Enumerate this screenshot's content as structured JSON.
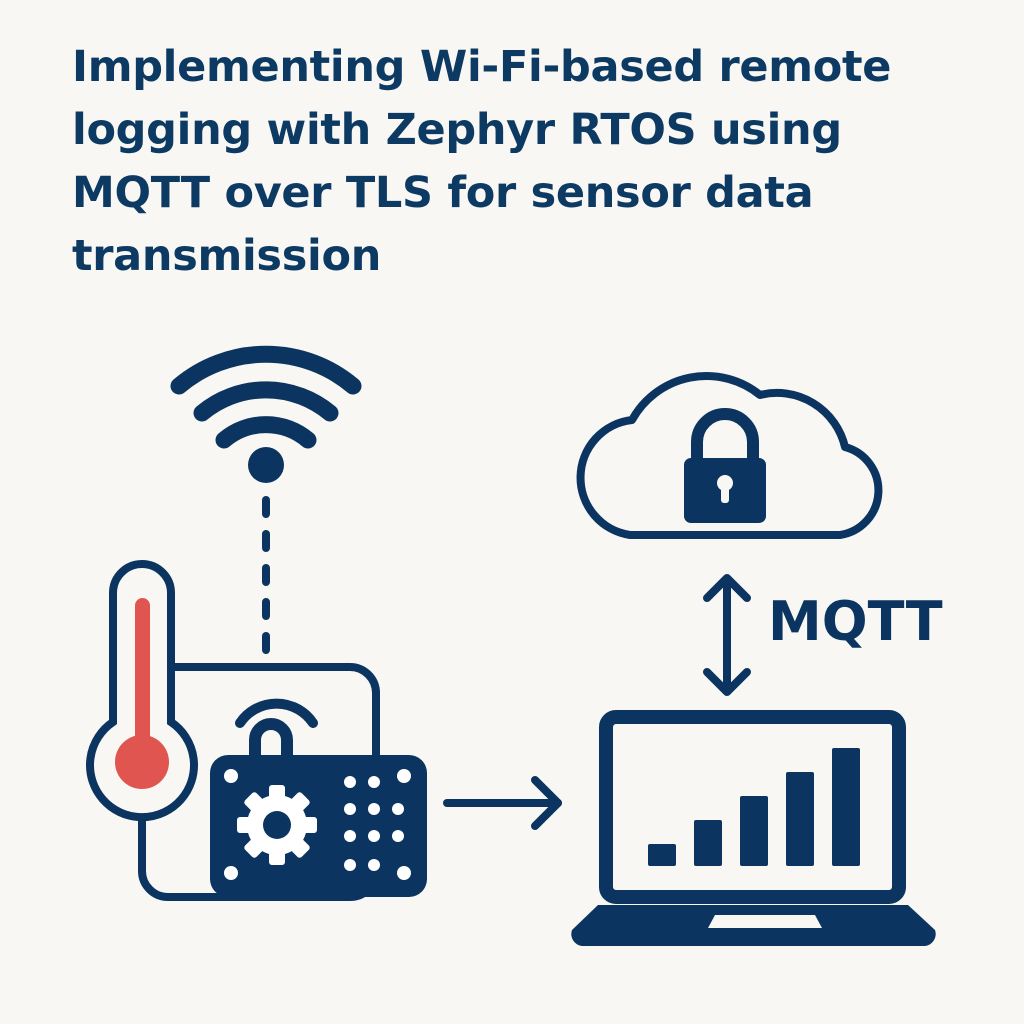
{
  "title_lines": [
    "Implementing Wi-Fi-based remote",
    "logging with Zephyr RTOS using",
    "MQTT over TLS for sensor data",
    "transmission"
  ],
  "protocol_label": "MQTT",
  "colors": {
    "navy": "#0b3560",
    "red": "#e05550",
    "background": "#f8f7f3"
  },
  "icons": [
    "wifi-icon",
    "thermometer-icon",
    "microcontroller-board-icon",
    "gear-icon",
    "cloud-icon",
    "lock-icon",
    "laptop-icon",
    "bar-chart-icon",
    "arrow-right-icon",
    "double-arrow-icon"
  ],
  "laptop_chart_relative_values": [
    1,
    2,
    3,
    4,
    5
  ]
}
